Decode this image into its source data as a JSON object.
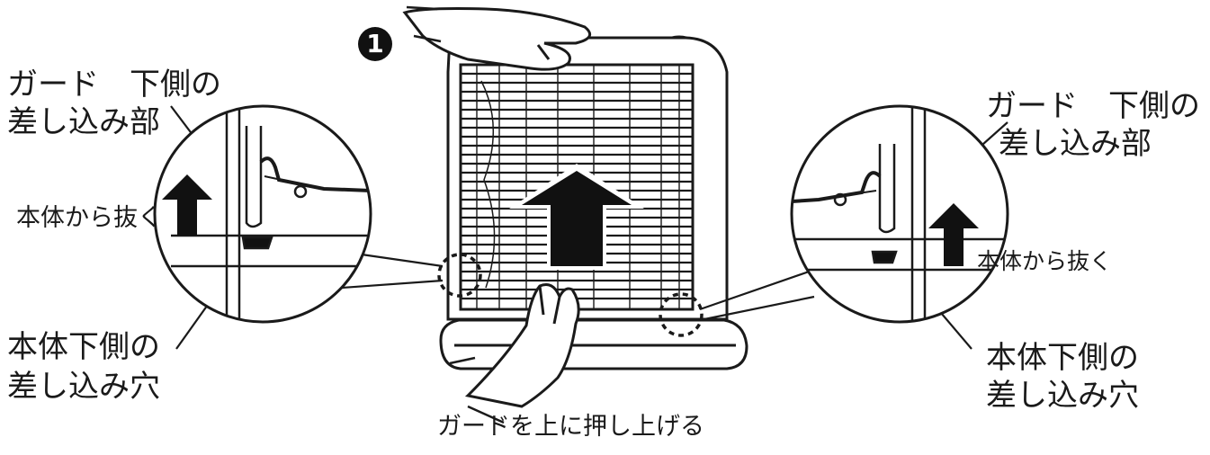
{
  "step_number": "1",
  "labels": {
    "guard_bottom_insert_left_1": "ガード　下側の",
    "guard_bottom_insert_left_2": "差し込み部",
    "guard_bottom_insert_right_1": "ガード　下側の",
    "guard_bottom_insert_right_2": "差し込み部",
    "pull_from_body_left": "本体から抜く",
    "pull_from_body_right": "本体から抜く",
    "body_bottom_hole_left_1": "本体下側の",
    "body_bottom_hole_left_2": "差し込み穴",
    "body_bottom_hole_right_1": "本体下側の",
    "body_bottom_hole_right_2": "差し込み穴",
    "push_guard_up": "ガードを上に押し上げる"
  },
  "colors": {
    "ink": "#1a1a1a",
    "arrow_fill": "#111111",
    "background": "#ffffff"
  }
}
